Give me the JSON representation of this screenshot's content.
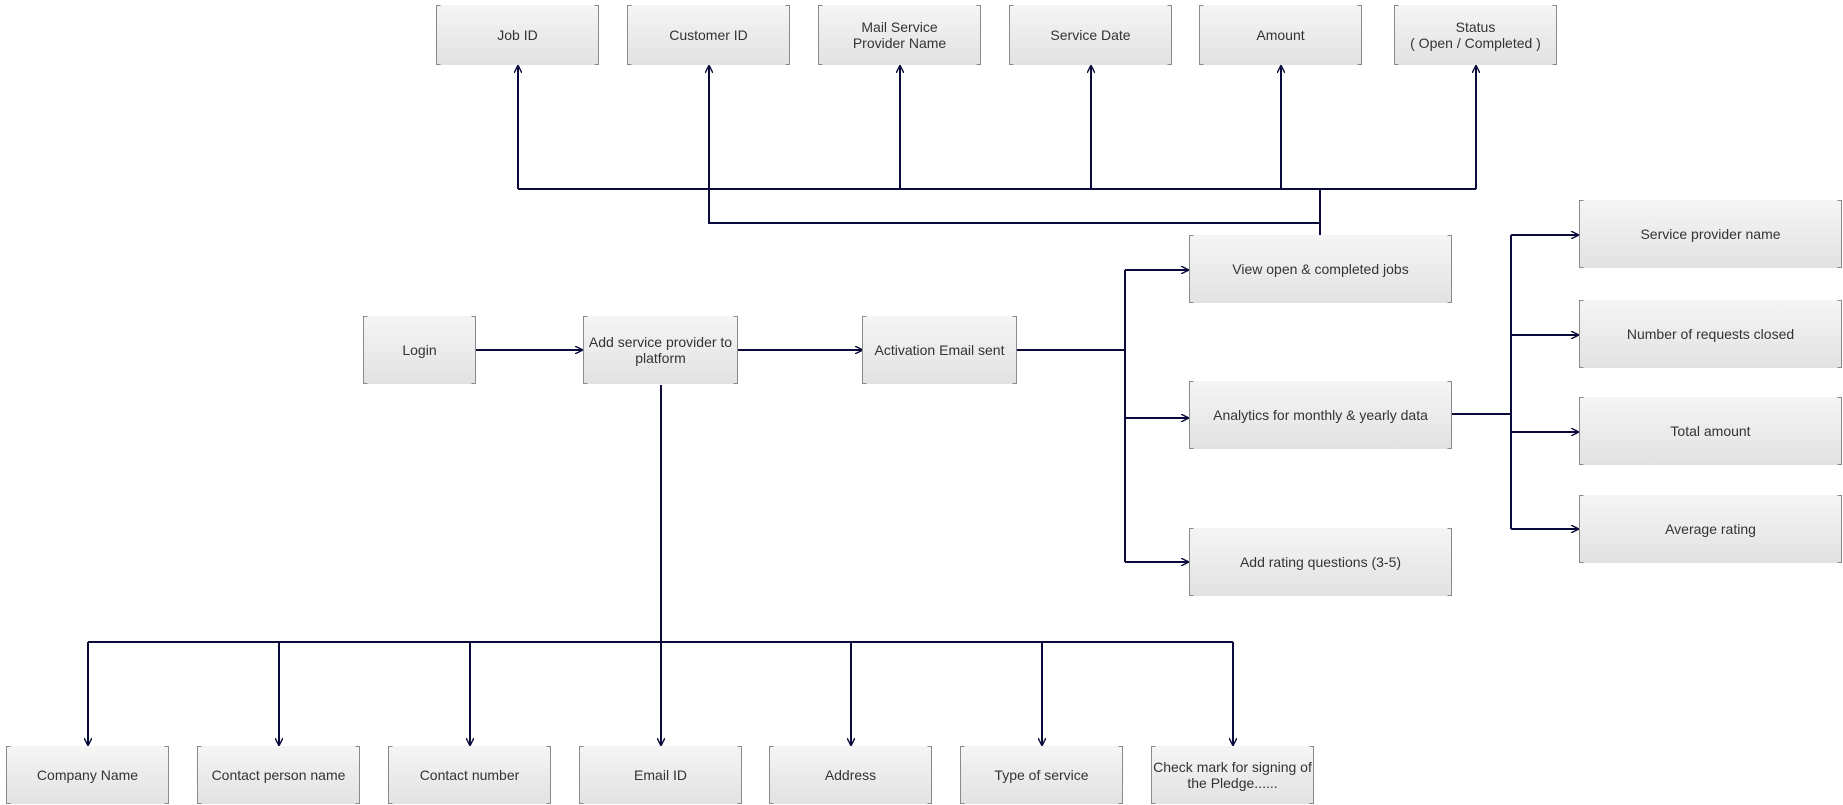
{
  "colors": {
    "line": "#0b0b3b",
    "box_top": "#f5f5f5",
    "box_bottom": "#e2e2e2",
    "text": "#333333"
  },
  "top_fields": {
    "job_id": [
      "Job ID"
    ],
    "customer_id": [
      "Customer ID"
    ],
    "mail_service_provider_name": [
      "Mail Service",
      "Provider Name"
    ],
    "service_date": [
      "Service Date"
    ],
    "amount": [
      "Amount"
    ],
    "status": [
      "Status",
      "( Open / Completed )"
    ]
  },
  "flow": {
    "login": [
      "Login"
    ],
    "add_service_provider": [
      "Add service provider to",
      "platform"
    ],
    "activation_email": [
      "Activation Email sent"
    ]
  },
  "options": {
    "view_jobs": [
      "View open & completed jobs"
    ],
    "analytics": [
      "Analytics for monthly & yearly data"
    ],
    "rating_questions": [
      "Add rating questions (3-5)"
    ]
  },
  "analytics_fields": {
    "service_provider_name": [
      "Service provider name"
    ],
    "requests_closed": [
      "Number of requests closed"
    ],
    "total_amount": [
      "Total amount"
    ],
    "average_rating": [
      "Average rating"
    ]
  },
  "provider_fields": {
    "company_name": [
      "Company Name"
    ],
    "contact_person": [
      "Contact person name"
    ],
    "contact_number": [
      "Contact number"
    ],
    "email_id": [
      "Email ID"
    ],
    "address": [
      "Address"
    ],
    "type_of_service": [
      "Type of service"
    ],
    "pledge": [
      "Check mark for signing of",
      "the Pledge......"
    ]
  }
}
